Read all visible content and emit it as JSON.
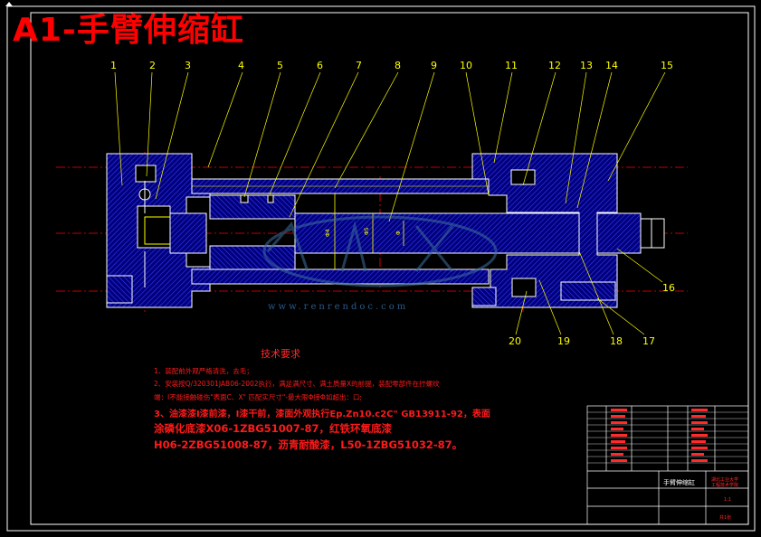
{
  "title": "A1-手臂伸缩缸",
  "part_labels": [
    "1",
    "2",
    "3",
    "4",
    "5",
    "6",
    "7",
    "8",
    "9",
    "10",
    "11",
    "12",
    "13",
    "14",
    "15",
    "16",
    "17",
    "18",
    "19",
    "20"
  ],
  "dimension_labels": [
    "Φ4",
    "Φ5",
    "Φ"
  ],
  "watermark": {
    "url": "www.renrendoc.com"
  },
  "tech_requirements": {
    "heading": "技术要求",
    "items": [
      "1、装配前外观严格清洗，去毛；",
      "2、安装按Q/320301JAB06-2002执行，满足满尺寸、满土质量Ⅹ的前提，装配零部件在拧螺纹",
      "端：Ⅰ不能接触碰伤\"表面C、X\" 匹配实尺寸\"-最大限Φ接Φ如超出：口;",
      "3、油漆漆Ⅰ漆前漆，Ⅰ漆干前，漆面外观执行Ep.Zn10.c2C\" GB13911-92，表面",
      "涂磷化底漆X06-1ZBG51007-87，红铁环氧底漆",
      "H06-2ZBG51008-87，沥青耐酸漆，L50-1ZBG51032-87。"
    ]
  },
  "title_block": {
    "drawing_name": "手臂伸缩缸",
    "school": "湖北工业大学",
    "dept": "工程技术学院",
    "scale": "1:1",
    "sheet": "共1张"
  },
  "colors": {
    "background": "#000000",
    "outline": "#ffffff",
    "hatch": "#1a1aff",
    "center": "#ff0000",
    "leader": "#ffff00",
    "text": "#ff0000"
  }
}
